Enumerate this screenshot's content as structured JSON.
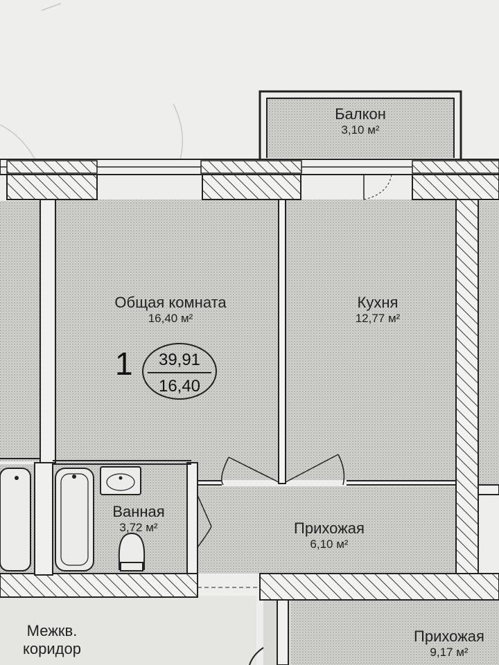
{
  "apartment": {
    "number": "1",
    "total_area": "39,91",
    "living_area": "16,40"
  },
  "rooms": {
    "balcony": {
      "name": "Балкон",
      "area": "3,10 м²"
    },
    "living_room": {
      "name": "Общая комната",
      "area": "16,40 м²"
    },
    "kitchen": {
      "name": "Кухня",
      "area": "12,77 м²"
    },
    "bathroom": {
      "name": "Ванная",
      "area": "3,72 м²"
    },
    "hallway": {
      "name": "Прихожая",
      "area": "6,10 м²"
    },
    "corridor": {
      "name_line1": "Межкв.",
      "name_line2": "коридор"
    },
    "hallway_neighbor": {
      "name": "Прихожая",
      "area": "9,17 м²"
    }
  },
  "colors": {
    "room_fill": "#cfcfcb",
    "wall": "#222222",
    "paper": "#eeeeec"
  },
  "icons": [
    "bathtub-icon",
    "sink-icon",
    "toilet-icon",
    "door-swing-icon"
  ]
}
